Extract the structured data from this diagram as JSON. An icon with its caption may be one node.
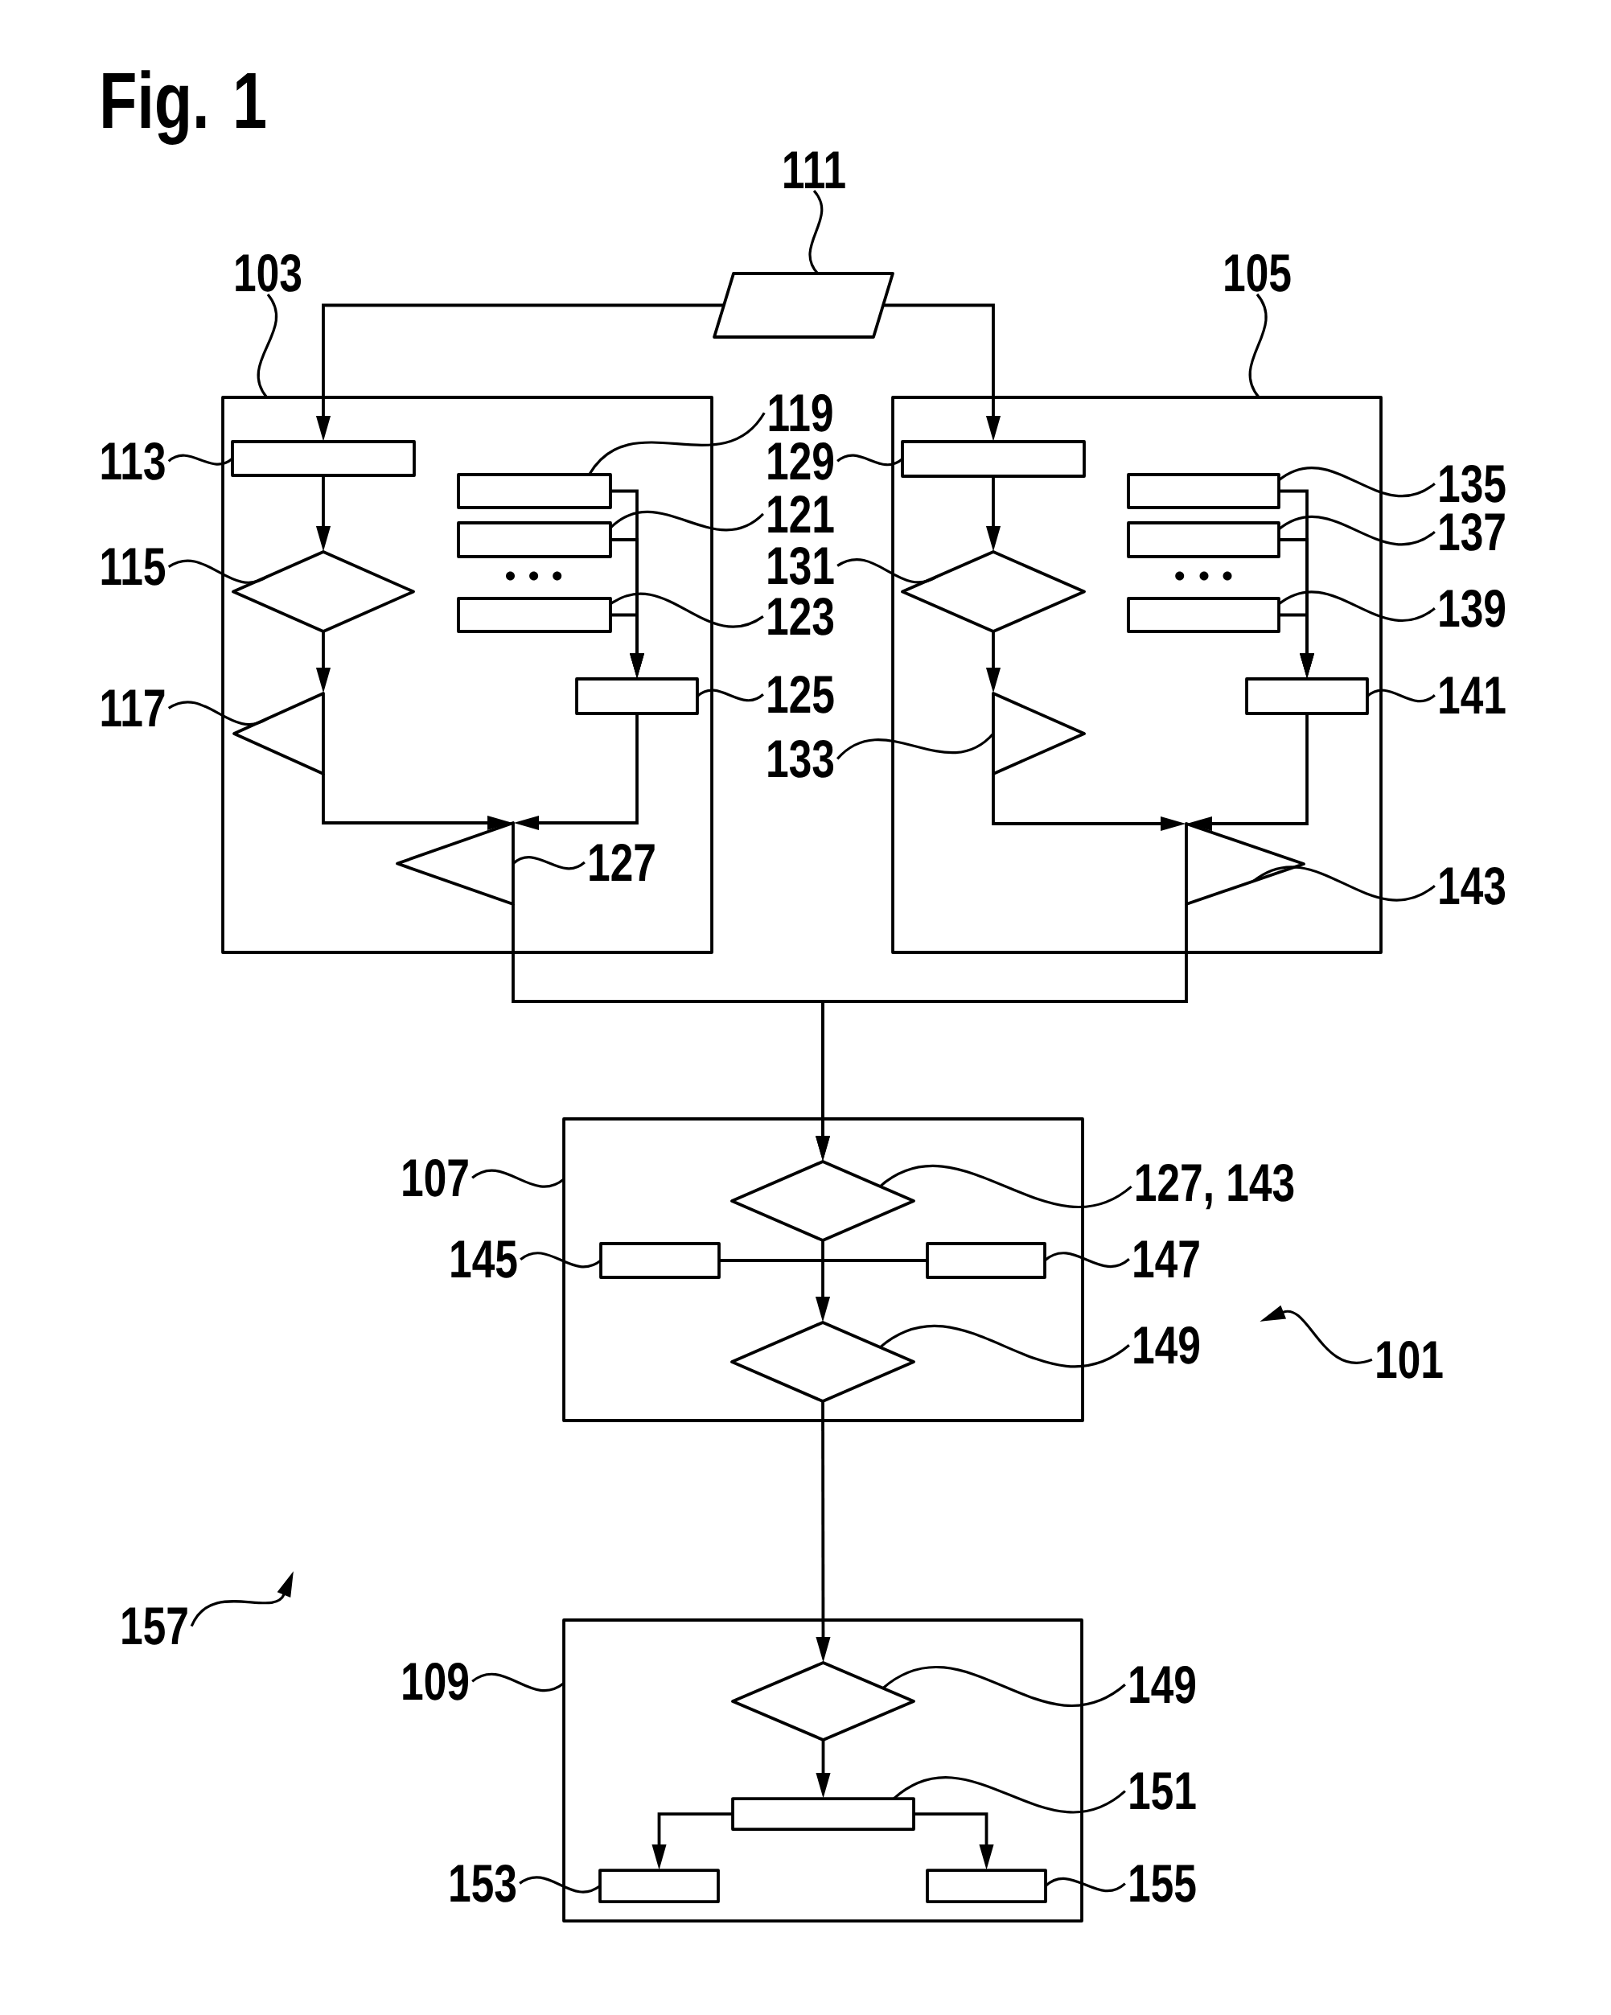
{
  "diagram": {
    "title": "Fig. 1",
    "nodes": [
      {
        "text": [
          "111"
        ]
      },
      {
        "text": [],
        "shape": "parallelogram"
      },
      {
        "text": [
          "103"
        ]
      },
      {
        "text": [],
        "shape": "box"
      },
      {
        "text": [
          "113"
        ]
      },
      {
        "text": [],
        "shape": "box",
        "in": 3
      },
      {
        "text": [
          "115"
        ]
      },
      {
        "text": [],
        "shape": "diamond",
        "in": 3
      },
      {
        "text": [
          "117"
        ]
      },
      {
        "text": [],
        "shape": "triangle",
        "in": 3
      },
      {
        "text": [
          "119"
        ]
      },
      {
        "text": [],
        "shape": "box",
        "in": 3
      },
      {
        "text": [
          "121"
        ]
      },
      {
        "text": [],
        "shape": "box",
        "in": 3
      },
      {
        "text": [
          "123"
        ]
      },
      {
        "text": [],
        "shape": "box",
        "in": 3
      },
      {
        "text": [
          "125"
        ]
      },
      {
        "text": [],
        "shape": "box",
        "in": 3
      },
      {
        "text": [
          "127"
        ],
        "in": 3
      },
      {
        "text": [],
        "shape": "triangle",
        "in": 3
      },
      {
        "text": [
          "105"
        ]
      },
      {
        "text": [],
        "shape": "box"
      },
      {
        "text": [
          "129"
        ]
      },
      {
        "text": [],
        "shape": "box",
        "in": 21
      },
      {
        "text": [
          "131"
        ]
      },
      {
        "text": [],
        "shape": "diamond",
        "in": 21
      },
      {
        "text": [
          "133"
        ]
      },
      {
        "text": [],
        "shape": "triangle",
        "in": 21
      },
      {
        "text": [
          "135"
        ]
      },
      {
        "text": [],
        "shape": "box",
        "in": 21
      },
      {
        "text": [
          "137"
        ]
      },
      {
        "text": [],
        "shape": "box",
        "in": 21
      },
      {
        "text": [
          "139"
        ]
      },
      {
        "text": [],
        "shape": "box",
        "in": 21
      },
      {
        "text": [
          "141"
        ]
      },
      {
        "text": [],
        "shape": "box",
        "in": 21
      },
      {
        "text": [
          "143"
        ]
      },
      {
        "text": [],
        "shape": "triangle",
        "in": 21
      },
      {
        "text": [
          "107"
        ]
      },
      {
        "text": [],
        "shape": "box"
      },
      {
        "text": [
          "127, 143"
        ]
      },
      {
        "text": [],
        "shape": "diamond",
        "in": 39
      },
      {
        "text": [
          "145"
        ]
      },
      {
        "text": [],
        "shape": "box",
        "in": 39
      },
      {
        "text": [
          "147"
        ]
      },
      {
        "text": [],
        "shape": "box",
        "in": 39
      },
      {
        "text": [
          "149"
        ]
      },
      {
        "text": [],
        "shape": "diamond",
        "in": 39
      },
      {
        "text": [
          "101"
        ]
      },
      {
        "text": [
          "157"
        ]
      },
      {
        "text": [
          "109"
        ]
      },
      {
        "text": [],
        "shape": "box"
      },
      {
        "text": [
          "149"
        ]
      },
      {
        "text": [],
        "shape": "diamond",
        "in": 51
      },
      {
        "text": [
          "151"
        ]
      },
      {
        "text": [],
        "shape": "box",
        "in": 51
      },
      {
        "text": [
          "153"
        ]
      },
      {
        "text": [],
        "shape": "box",
        "in": 51
      },
      {
        "text": [
          "155"
        ]
      },
      {
        "text": [],
        "shape": "box",
        "in": 51
      }
    ],
    "edges": [
      {
        "from": 1,
        "to": 5,
        "arrow": "to"
      },
      {
        "from": 1,
        "to": 23,
        "arrow": "to"
      },
      {
        "from": 5,
        "to": 7,
        "arrow": "to"
      },
      {
        "from": 7,
        "to": 9,
        "arrow": "to"
      },
      {
        "from": 11,
        "to": 17,
        "arrow": "to"
      },
      {
        "from": 13,
        "to": 17,
        "arrow": "to"
      },
      {
        "from": 15,
        "to": 17,
        "arrow": "to"
      },
      {
        "from": 9,
        "to": 19,
        "arrow": "to"
      },
      {
        "from": 17,
        "to": 19,
        "arrow": "to"
      },
      {
        "from": 23,
        "to": 25,
        "arrow": "to"
      },
      {
        "from": 25,
        "to": 27,
        "arrow": "to"
      },
      {
        "from": 29,
        "to": 35,
        "arrow": "to"
      },
      {
        "from": 31,
        "to": 35,
        "arrow": "to"
      },
      {
        "from": 33,
        "to": 35,
        "arrow": "to"
      },
      {
        "from": 27,
        "to": 37,
        "arrow": "to"
      },
      {
        "from": 35,
        "to": 37,
        "arrow": "to"
      },
      {
        "from": 19,
        "to": 41,
        "arrow": "to"
      },
      {
        "from": 37,
        "to": 41,
        "arrow": "to"
      },
      {
        "from": 43,
        "to": 45,
        "arrow": "none"
      },
      {
        "from": 41,
        "to": 47,
        "arrow": "to"
      },
      {
        "from": 47,
        "to": 53,
        "arrow": "to"
      },
      {
        "from": 53,
        "to": 55,
        "arrow": "to"
      },
      {
        "from": 55,
        "to": 57,
        "arrow": "to"
      },
      {
        "from": 55,
        "to": 59,
        "arrow": "to"
      },
      {
        "from": 0,
        "to": 1,
        "arrow": "none"
      },
      {
        "from": 2,
        "to": 3,
        "arrow": "none"
      },
      {
        "from": 4,
        "to": 5,
        "arrow": "none"
      },
      {
        "from": 6,
        "to": 7,
        "arrow": "none"
      },
      {
        "from": 8,
        "to": 9,
        "arrow": "none"
      },
      {
        "from": 10,
        "to": 11,
        "arrow": "none"
      },
      {
        "from": 12,
        "to": 13,
        "arrow": "none"
      },
      {
        "from": 14,
        "to": 15,
        "arrow": "none"
      },
      {
        "from": 16,
        "to": 17,
        "arrow": "none"
      },
      {
        "from": 18,
        "to": 19,
        "arrow": "none"
      },
      {
        "from": 20,
        "to": 21,
        "arrow": "none"
      },
      {
        "from": 22,
        "to": 23,
        "arrow": "none"
      },
      {
        "from": 24,
        "to": 25,
        "arrow": "none"
      },
      {
        "from": 26,
        "to": 27,
        "arrow": "none"
      },
      {
        "from": 28,
        "to": 29,
        "arrow": "none"
      },
      {
        "from": 30,
        "to": 31,
        "arrow": "none"
      },
      {
        "from": 32,
        "to": 33,
        "arrow": "none"
      },
      {
        "from": 34,
        "to": 35,
        "arrow": "none"
      },
      {
        "from": 36,
        "to": 37,
        "arrow": "none"
      },
      {
        "from": 38,
        "to": 39,
        "arrow": "none"
      },
      {
        "from": 40,
        "to": 41,
        "arrow": "none"
      },
      {
        "from": 42,
        "to": 43,
        "arrow": "none"
      },
      {
        "from": 44,
        "to": 45,
        "arrow": "none"
      },
      {
        "from": 46,
        "to": 47,
        "arrow": "none"
      },
      {
        "from": 48,
        "to": null,
        "arrow": "to"
      },
      {
        "from": 49,
        "to": null,
        "arrow": "to"
      },
      {
        "from": 50,
        "to": 51,
        "arrow": "none"
      },
      {
        "from": 52,
        "to": 53,
        "arrow": "none"
      },
      {
        "from": 54,
        "to": 55,
        "arrow": "none"
      },
      {
        "from": 56,
        "to": 57,
        "arrow": "none"
      },
      {
        "from": 58,
        "to": 59,
        "arrow": "none"
      }
    ]
  }
}
